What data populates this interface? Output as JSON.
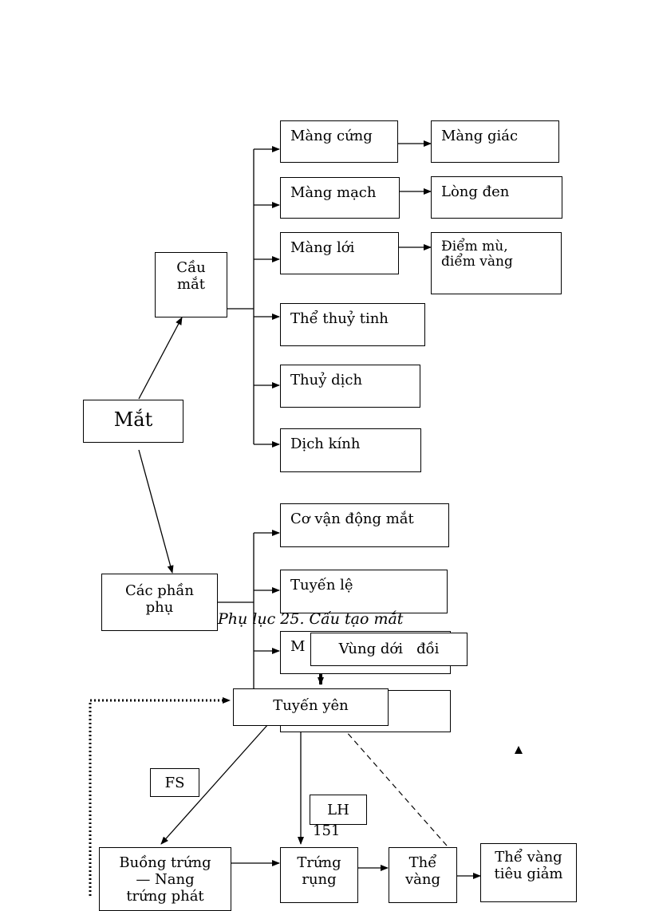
{
  "eye": {
    "root": "Mắt",
    "eyeball": "Cầu\nmắt",
    "accessory": "Các phần\nphụ",
    "sclera": "Màng cứng",
    "cornea": "Màng giác",
    "choroid": "Màng mạch",
    "iris": "Lòng đen",
    "retina": "Màng lới",
    "spots": "Điểm mù,\nđiểm vàng",
    "lens": "Thể thuỷ tinh",
    "aqueous": "Thuỷ dịch",
    "vitreous": "Dịch kính",
    "eye_muscles": "Cơ vận động mắt",
    "tear_gland": "Tuyến lệ",
    "hidden_item_partial": "M",
    "caption": "Phụ lục 25. Cấu tạo mắt"
  },
  "hormone": {
    "hypothalamus": "Vùng dới   đồi",
    "pituitary": "Tuyến yên",
    "fsh": "FS",
    "lh": "LH",
    "page_number": "151",
    "ovary": "Buồng trứng\n— Nang\ntrứng phát",
    "ovulation": "Trứng\nrụng",
    "corpus_luteum": "Thể\nvàng",
    "corpus_regress": "Thể vàng\ntiêu giảm"
  }
}
